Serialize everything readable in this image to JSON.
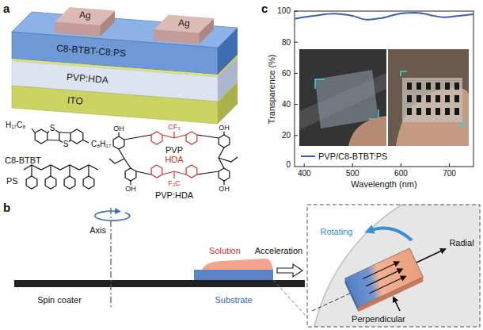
{
  "diagram": {
    "nodes": [
      {
        "text": [
          "Ag"
        ]
      },
      {
        "text": [
          "Ag"
        ]
      },
      {
        "text": [
          "C8-BTBT-C8:PS"
        ]
      },
      {
        "text": [
          "PVP:HDA"
        ]
      },
      {
        "text": [
          "ITO"
        ]
      }
    ],
    "labels": [
      "a",
      "b",
      "c",
      "H₁₇C₈",
      "S",
      "S",
      "C₈H₁₇",
      "C8-BTBT",
      "PS",
      "OH",
      "OH",
      "CF₃",
      "OH",
      "PVP",
      "HDA",
      "F₃C",
      "OH",
      "PVP:HDA",
      "100",
      "80",
      "60",
      "40",
      "20",
      "0",
      "400",
      "500",
      "600",
      "700",
      "Transparence (%)",
      "Wavelength (nm)",
      "Axis",
      "Solution",
      "Acceleration",
      "Spin coater",
      "Substrate",
      "Rotating",
      "Radial",
      "Perpendicular"
    ],
    "legend": [
      {
        "text": "PVP/C8-BTBT:PS"
      }
    ]
  }
}
